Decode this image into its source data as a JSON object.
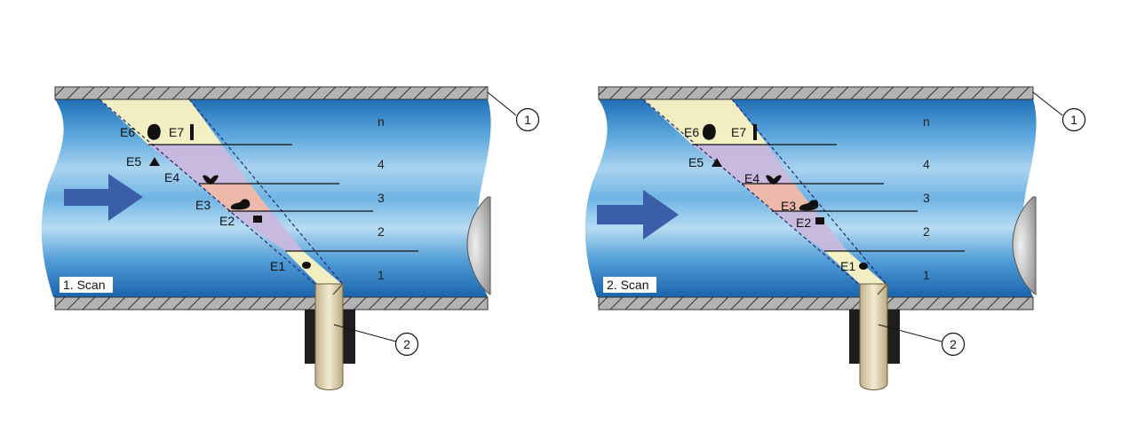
{
  "panels": [
    {
      "scan_label": "1. Scan",
      "zones": [
        "n",
        "4",
        "3",
        "2",
        "1"
      ],
      "echoes": [
        "E1",
        "E2",
        "E3",
        "E4",
        "E5",
        "E6",
        "E7"
      ],
      "callouts": [
        "1",
        "2"
      ]
    },
    {
      "scan_label": "2. Scan",
      "zones": [
        "n",
        "4",
        "3",
        "2",
        "1"
      ],
      "echoes": [
        "E1",
        "E2",
        "E3",
        "E4",
        "E5",
        "E6",
        "E7"
      ],
      "callouts": [
        "1",
        "2"
      ]
    }
  ],
  "colors": {
    "pipe_wall": "#a8a8a8",
    "flow_blue": "#2f7fc4",
    "flow_arrow": "#3a5ea8",
    "beam_yellow": "#fbf3c2",
    "beam_lilac": "#c9b8dc",
    "beam_salmon": "#f2b8a6",
    "transducer": "#e6dcb8",
    "housing": "#1e1e1e"
  }
}
